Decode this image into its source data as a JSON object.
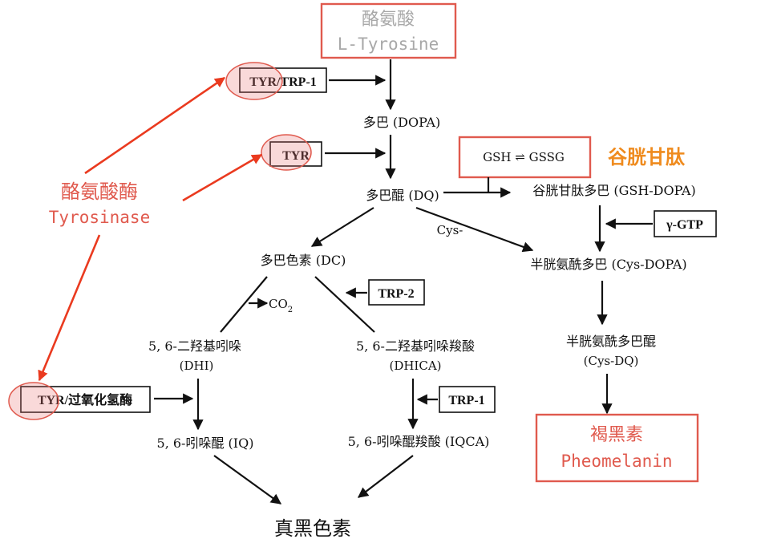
{
  "nodes": {
    "tyrosine_cn": "酪氨酸",
    "tyrosine_en": "L-Tyrosine",
    "dopa": "多巴 (DOPA)",
    "dq": "多巴醌 (DQ)",
    "dc": "多巴色素 (DC)",
    "dhi_name": "5, 6-二羟基吲哚",
    "dhi_abbr": "(DHI)",
    "dhica_name": "5, 6-二羟基吲哚羧酸",
    "dhica_abbr": "(DHICA)",
    "iq": "5, 6-吲哚醌 (IQ)",
    "iqca": "5, 6-吲哚醌羧酸 (IQCA)",
    "eumelanin": "真黑色素",
    "gsh_dopa": "谷胱甘肽多巴 (GSH-DOPA)",
    "cys_dopa": "半胱氨酰多巴 (Cys-DOPA)",
    "cys_dq_name": "半胱氨酰多巴醌",
    "cys_dq_abbr": "(Cys-DQ)",
    "pheo_cn": "褐黑素",
    "pheo_en": "Pheomelanin"
  },
  "enzymes": {
    "tyr_trp1": "TYR/TRP-1",
    "tyr": "TYR",
    "gsh_gssg": "GSH ⇌ GSSG",
    "glutathione_note": "谷胱甘肽",
    "ggtp": "γ-GTP",
    "trp2": "TRP-2",
    "trp1": "TRP-1",
    "tyr_peroxidase": "TYR/过氧化氢酶"
  },
  "labels": {
    "co2_arrow": "→",
    "co2": "CO",
    "co2_sub": "2",
    "cys": "Cys-"
  },
  "annotation": {
    "tyrosinase_cn": "酪氨酸酶",
    "tyrosinase_en": "Tyrosinase"
  },
  "colors": {
    "highlight_red": "#e05a4e",
    "arrow_red": "#ea3a1f",
    "note_orange": "#ef8b1e",
    "grey_text": "#a8a8a8"
  }
}
